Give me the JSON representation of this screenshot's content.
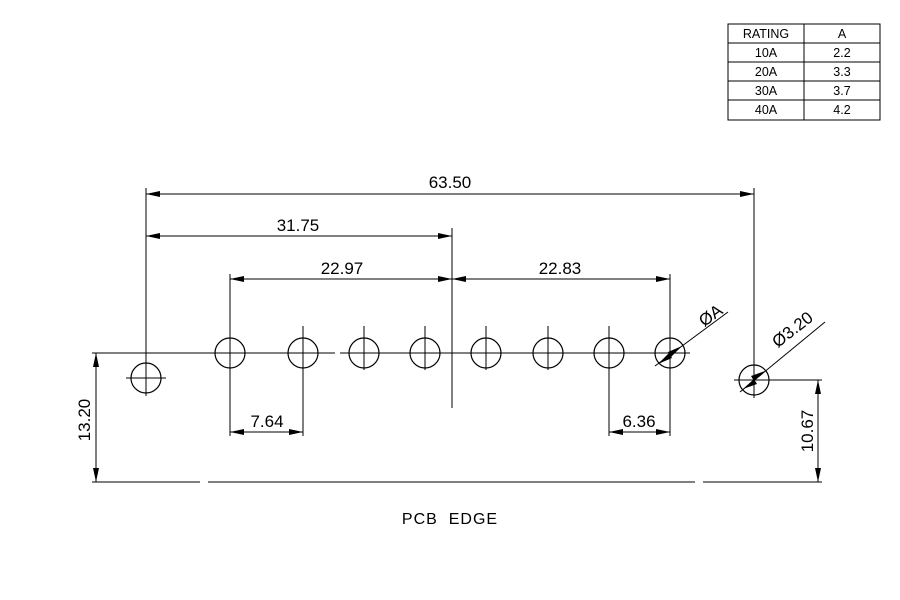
{
  "rating_table": {
    "headers": [
      "RATING",
      "A"
    ],
    "rows": [
      [
        "10A",
        "2.2"
      ],
      [
        "20A",
        "3.3"
      ],
      [
        "30A",
        "3.7"
      ],
      [
        "40A",
        "4.2"
      ]
    ]
  },
  "dimensions": {
    "overall": "63.50",
    "half": "31.75",
    "left_group": "22.97",
    "right_group": "22.83",
    "left_pitch": "7.64",
    "right_pitch": "6.36",
    "height_left": "13.20",
    "height_right": "10.67",
    "hole_dia": "ØA",
    "mount_dia": "Ø3.20"
  },
  "caption": "PCB  EDGE"
}
